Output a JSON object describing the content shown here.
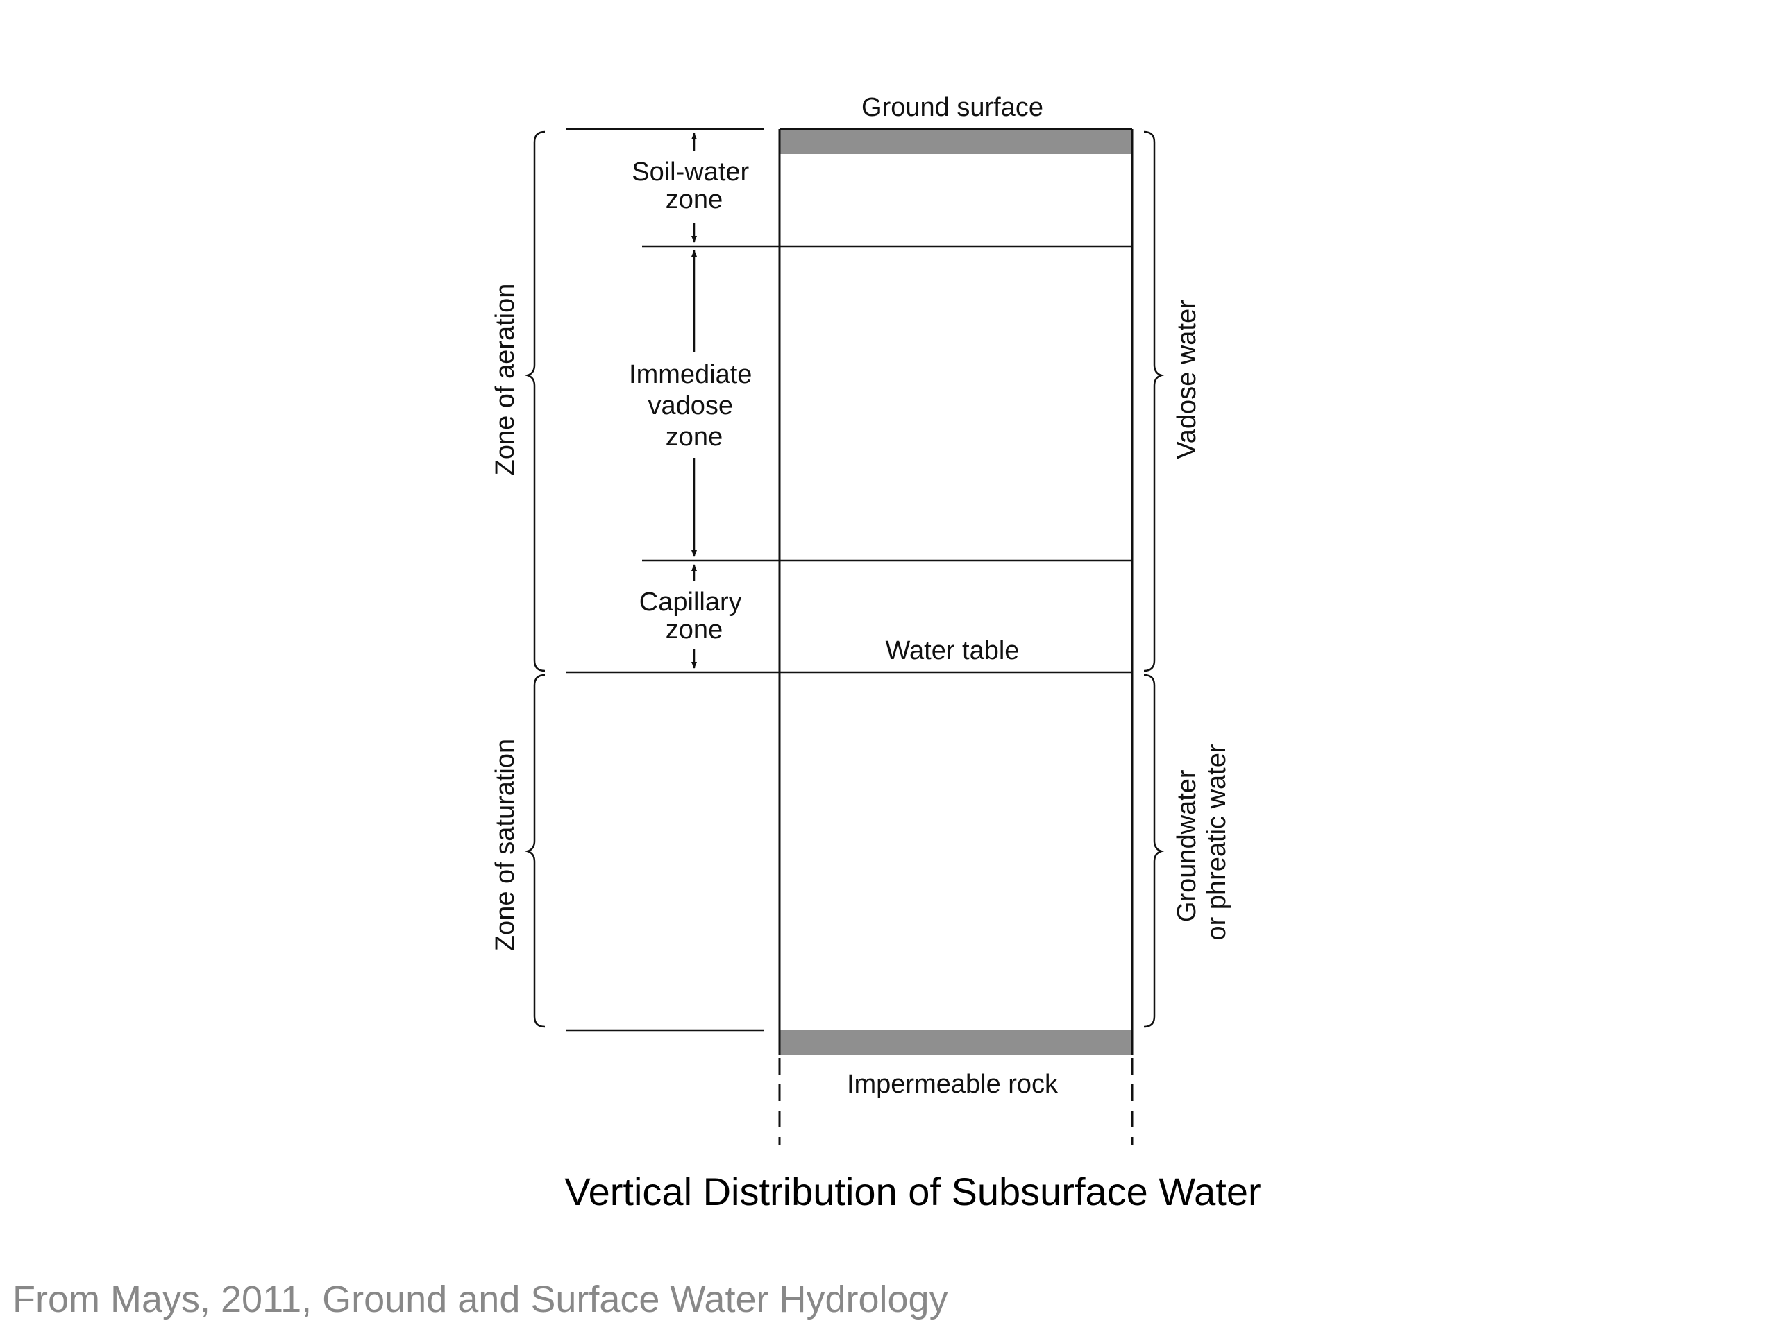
{
  "diagram": {
    "ground_surface": "Ground surface",
    "soil_water_zone": [
      "Soil-water",
      "zone"
    ],
    "immediate_vadose_zone": [
      "Immediate",
      "vadose",
      "zone"
    ],
    "capillary_zone": [
      "Capillary",
      "zone"
    ],
    "water_table": "Water table",
    "impermeable_rock": "Impermeable rock",
    "zone_of_aeration": "Zone of aeration",
    "zone_of_saturation": "Zone of saturation",
    "vadose_water": "Vadose water",
    "groundwater": [
      "Groundwater",
      "or phreatic water"
    ],
    "colors": {
      "line": "#111111",
      "band": "#8f8f8f"
    }
  },
  "caption": "Vertical Distribution of Subsurface Water",
  "source": "From Mays, 2011, Ground and Surface Water Hydrology"
}
